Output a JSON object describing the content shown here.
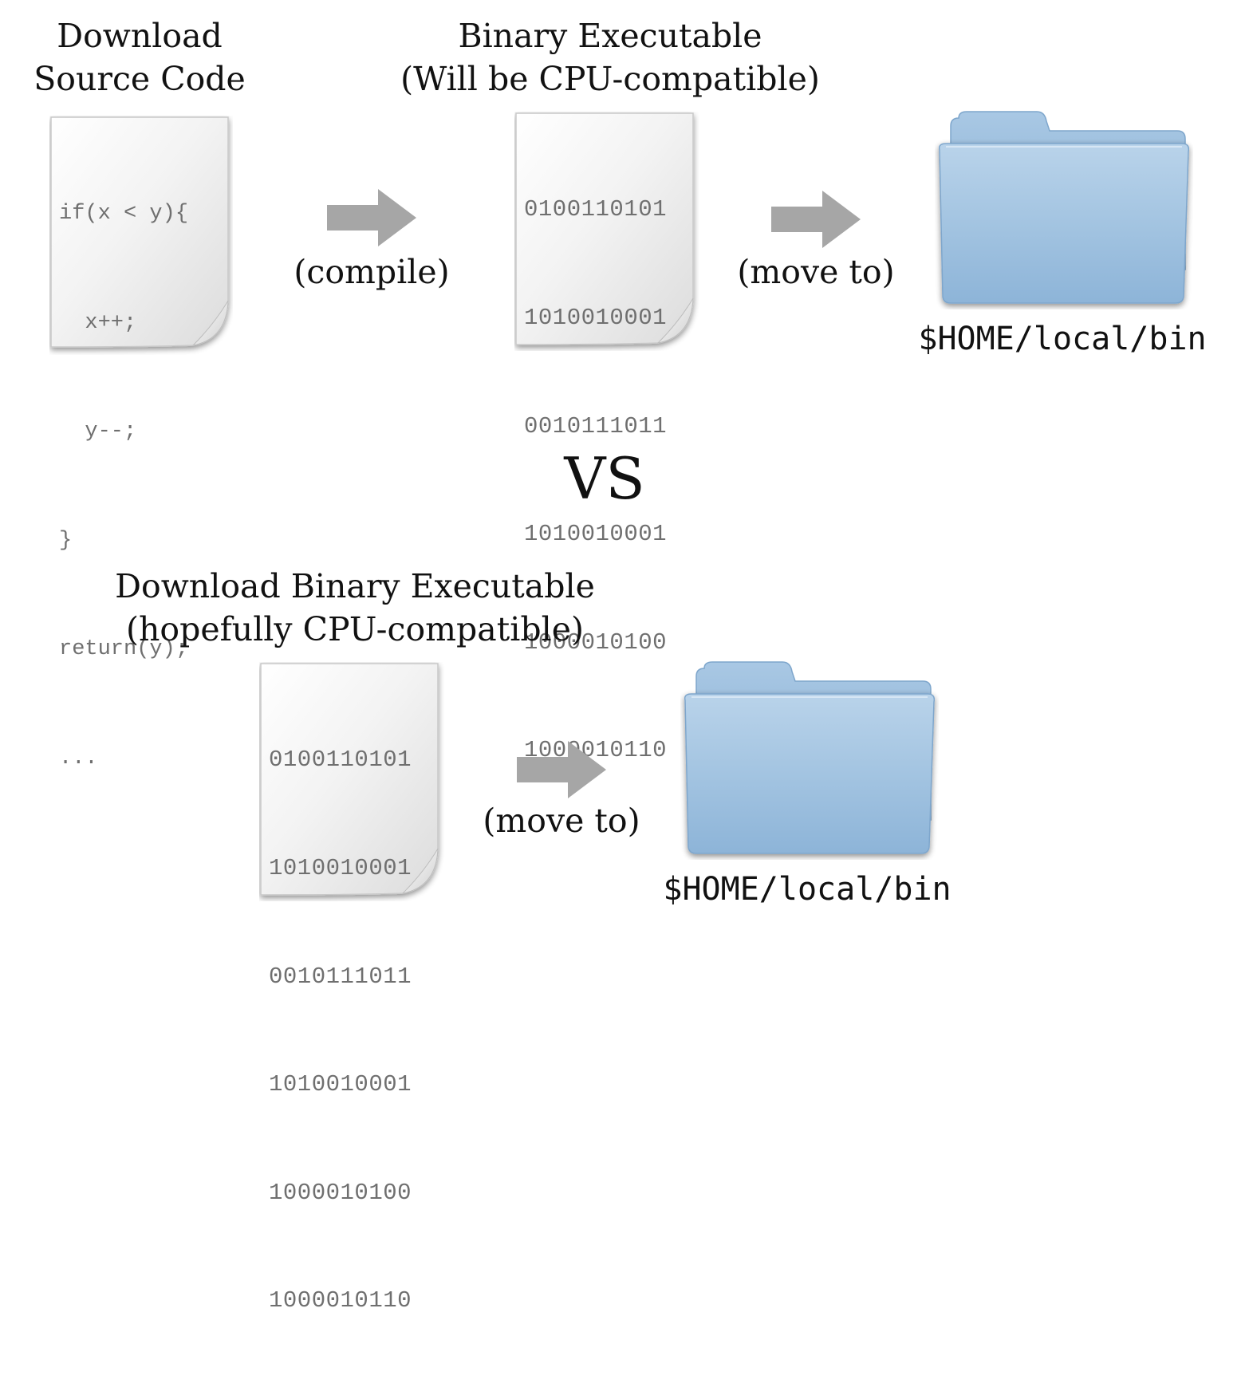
{
  "top": {
    "source": {
      "title_line1": "Download",
      "title_line2": "Source Code",
      "code_lines": [
        "if(x < y){",
        "  x++;",
        "  y--;",
        "}",
        "return(y);",
        "..."
      ]
    },
    "compile_label": "(compile)",
    "binary": {
      "title_line1": "Binary Executable",
      "title_line2": "(Will be CPU-compatible)",
      "binary_lines": [
        "0100110101",
        "1010010001",
        "0010111011",
        "1010010001",
        "1000010100",
        "1000010110"
      ]
    },
    "move_label": "(move to)",
    "folder": {
      "icon": "folder-icon",
      "path": "$HOME/local/bin"
    }
  },
  "vs": "VS",
  "bottom": {
    "binary": {
      "title_line1": "Download Binary Executable",
      "title_line2": "(hopefully CPU-compatible)",
      "binary_lines": [
        "0100110101",
        "1010010001",
        "0010111011",
        "1010010001",
        "1000010100",
        "1000010110"
      ]
    },
    "move_label": "(move to)",
    "folder": {
      "icon": "folder-icon",
      "path": "$HOME/local/bin"
    }
  },
  "colors": {
    "arrow": "#a6a6a6",
    "folder_body": "#9fc1de",
    "folder_back": "#8fb6d8",
    "paper": "#f1f1f1",
    "code_text": "#6f6f6f"
  }
}
